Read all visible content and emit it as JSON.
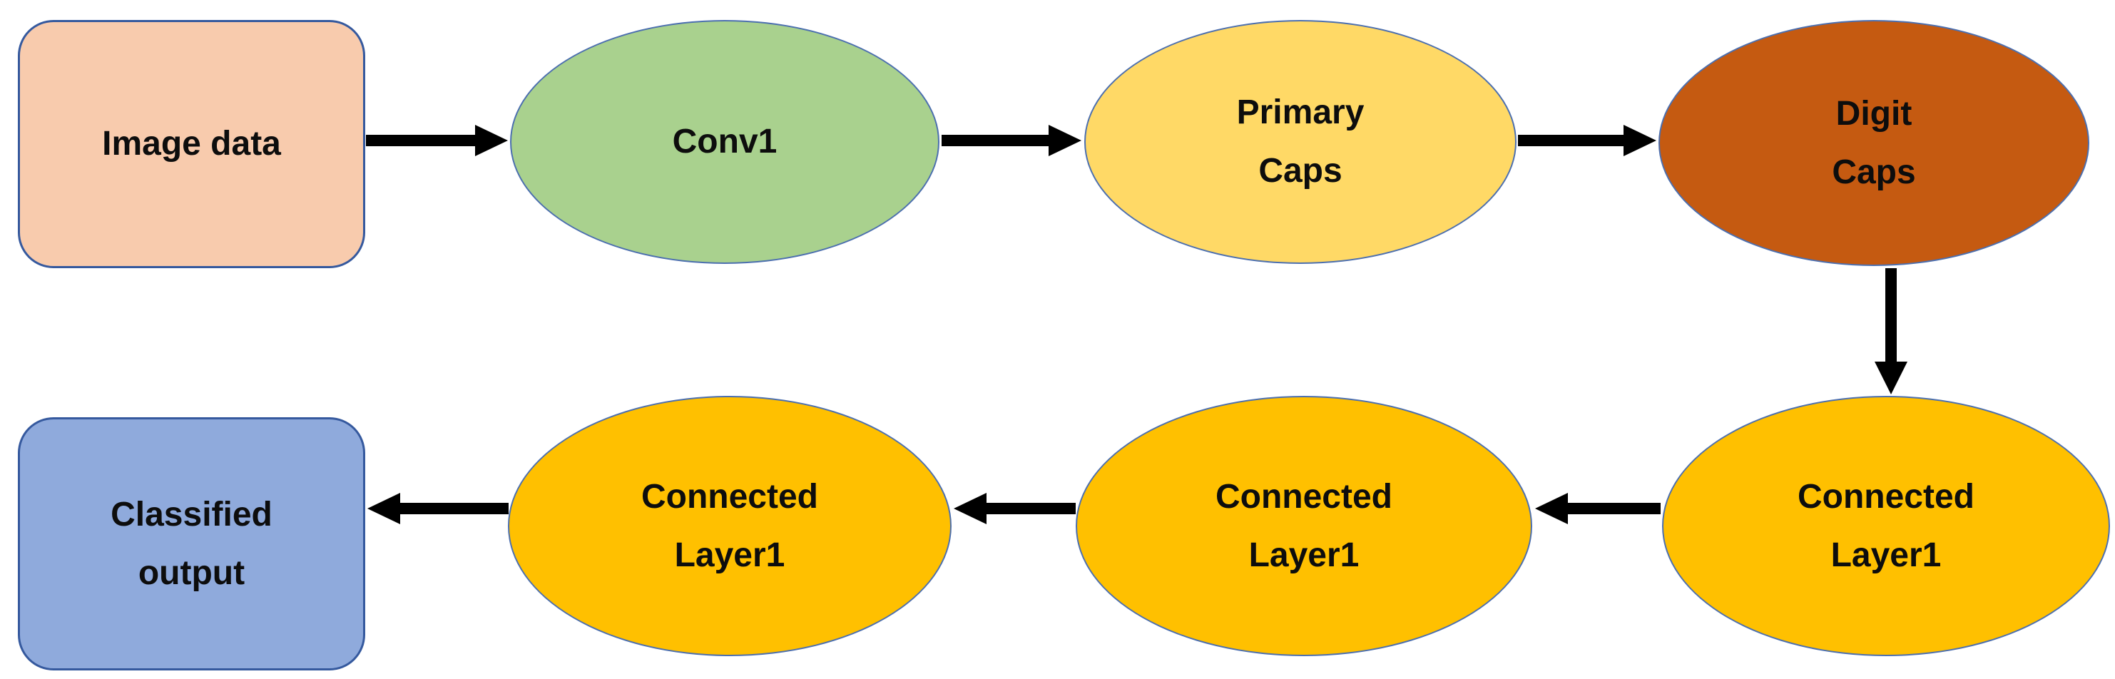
{
  "diagram": {
    "background": "#ffffff",
    "arrow_color": "#000000",
    "text_color": "#0d0d0d",
    "box_border_color": "#35599E",
    "ellipse_border_color": "#4C6FAF",
    "nodes": {
      "image_data": {
        "shape": "rounded-rectangle",
        "line1": "Image data",
        "line2": "",
        "fill": "#F8CBAD"
      },
      "conv1": {
        "shape": "ellipse",
        "line1": "Conv1",
        "line2": "",
        "fill": "#A9D18E"
      },
      "primary_caps": {
        "shape": "ellipse",
        "line1": "Primary",
        "line2": "Caps",
        "fill": "#FFD966"
      },
      "digit_caps": {
        "shape": "ellipse",
        "line1": "Digit",
        "line2": "Caps",
        "fill": "#C55A11"
      },
      "connected_right": {
        "shape": "ellipse",
        "line1": "Connected",
        "line2": "Layer1",
        "fill": "#FFC000"
      },
      "connected_mid": {
        "shape": "ellipse",
        "line1": "Connected",
        "line2": "Layer1",
        "fill": "#FFC000"
      },
      "connected_left": {
        "shape": "ellipse",
        "line1": "Connected",
        "line2": "Layer1",
        "fill": "#FFC000"
      },
      "classified_output": {
        "shape": "rounded-rectangle",
        "line1": "Classified",
        "line2": "output",
        "fill": "#8FAADC"
      }
    },
    "edges": [
      {
        "from": "image_data",
        "to": "conv1",
        "direction": "right"
      },
      {
        "from": "conv1",
        "to": "primary_caps",
        "direction": "right"
      },
      {
        "from": "primary_caps",
        "to": "digit_caps",
        "direction": "right"
      },
      {
        "from": "digit_caps",
        "to": "connected_right",
        "direction": "down"
      },
      {
        "from": "connected_right",
        "to": "connected_mid",
        "direction": "left"
      },
      {
        "from": "connected_mid",
        "to": "connected_left",
        "direction": "left"
      },
      {
        "from": "connected_left",
        "to": "classified_output",
        "direction": "left"
      }
    ]
  }
}
